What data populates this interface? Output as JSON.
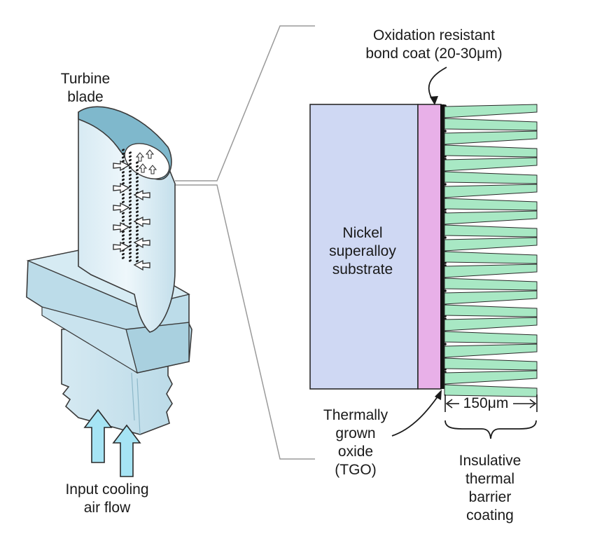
{
  "labels": {
    "turbine_blade": [
      "Turbine",
      "blade"
    ],
    "bond_coat": [
      "Oxidation resistant",
      "bond coat (20-30μm)"
    ],
    "substrate": [
      "Nickel",
      "superalloy",
      "substrate"
    ],
    "tgo": [
      "Thermally",
      "grown",
      "oxide",
      "(TGO)"
    ],
    "thickness": "150μm",
    "tbc": [
      "Insulative",
      "thermal",
      "barrier",
      "coating"
    ],
    "cooling": [
      "Input cooling",
      "air flow"
    ]
  },
  "colors": {
    "substrate": "#cfd8f3",
    "bond_coat": "#e8b0e8",
    "tgo": "#111111",
    "tbc_columns": "#a8e8c4",
    "blade_light": "#e4f1f7",
    "blade_mid": "#bcdce9",
    "blade_dark": "#6fa9c0",
    "cooling_arrow": "#a6e4f4",
    "outline": "#2a2a2a",
    "callout_line": "#9a9a9a"
  },
  "icons": [
    "up-arrow-icon",
    "cooling-hole-arrow-icon",
    "brace-icon",
    "dimension-arrow-icon"
  ]
}
